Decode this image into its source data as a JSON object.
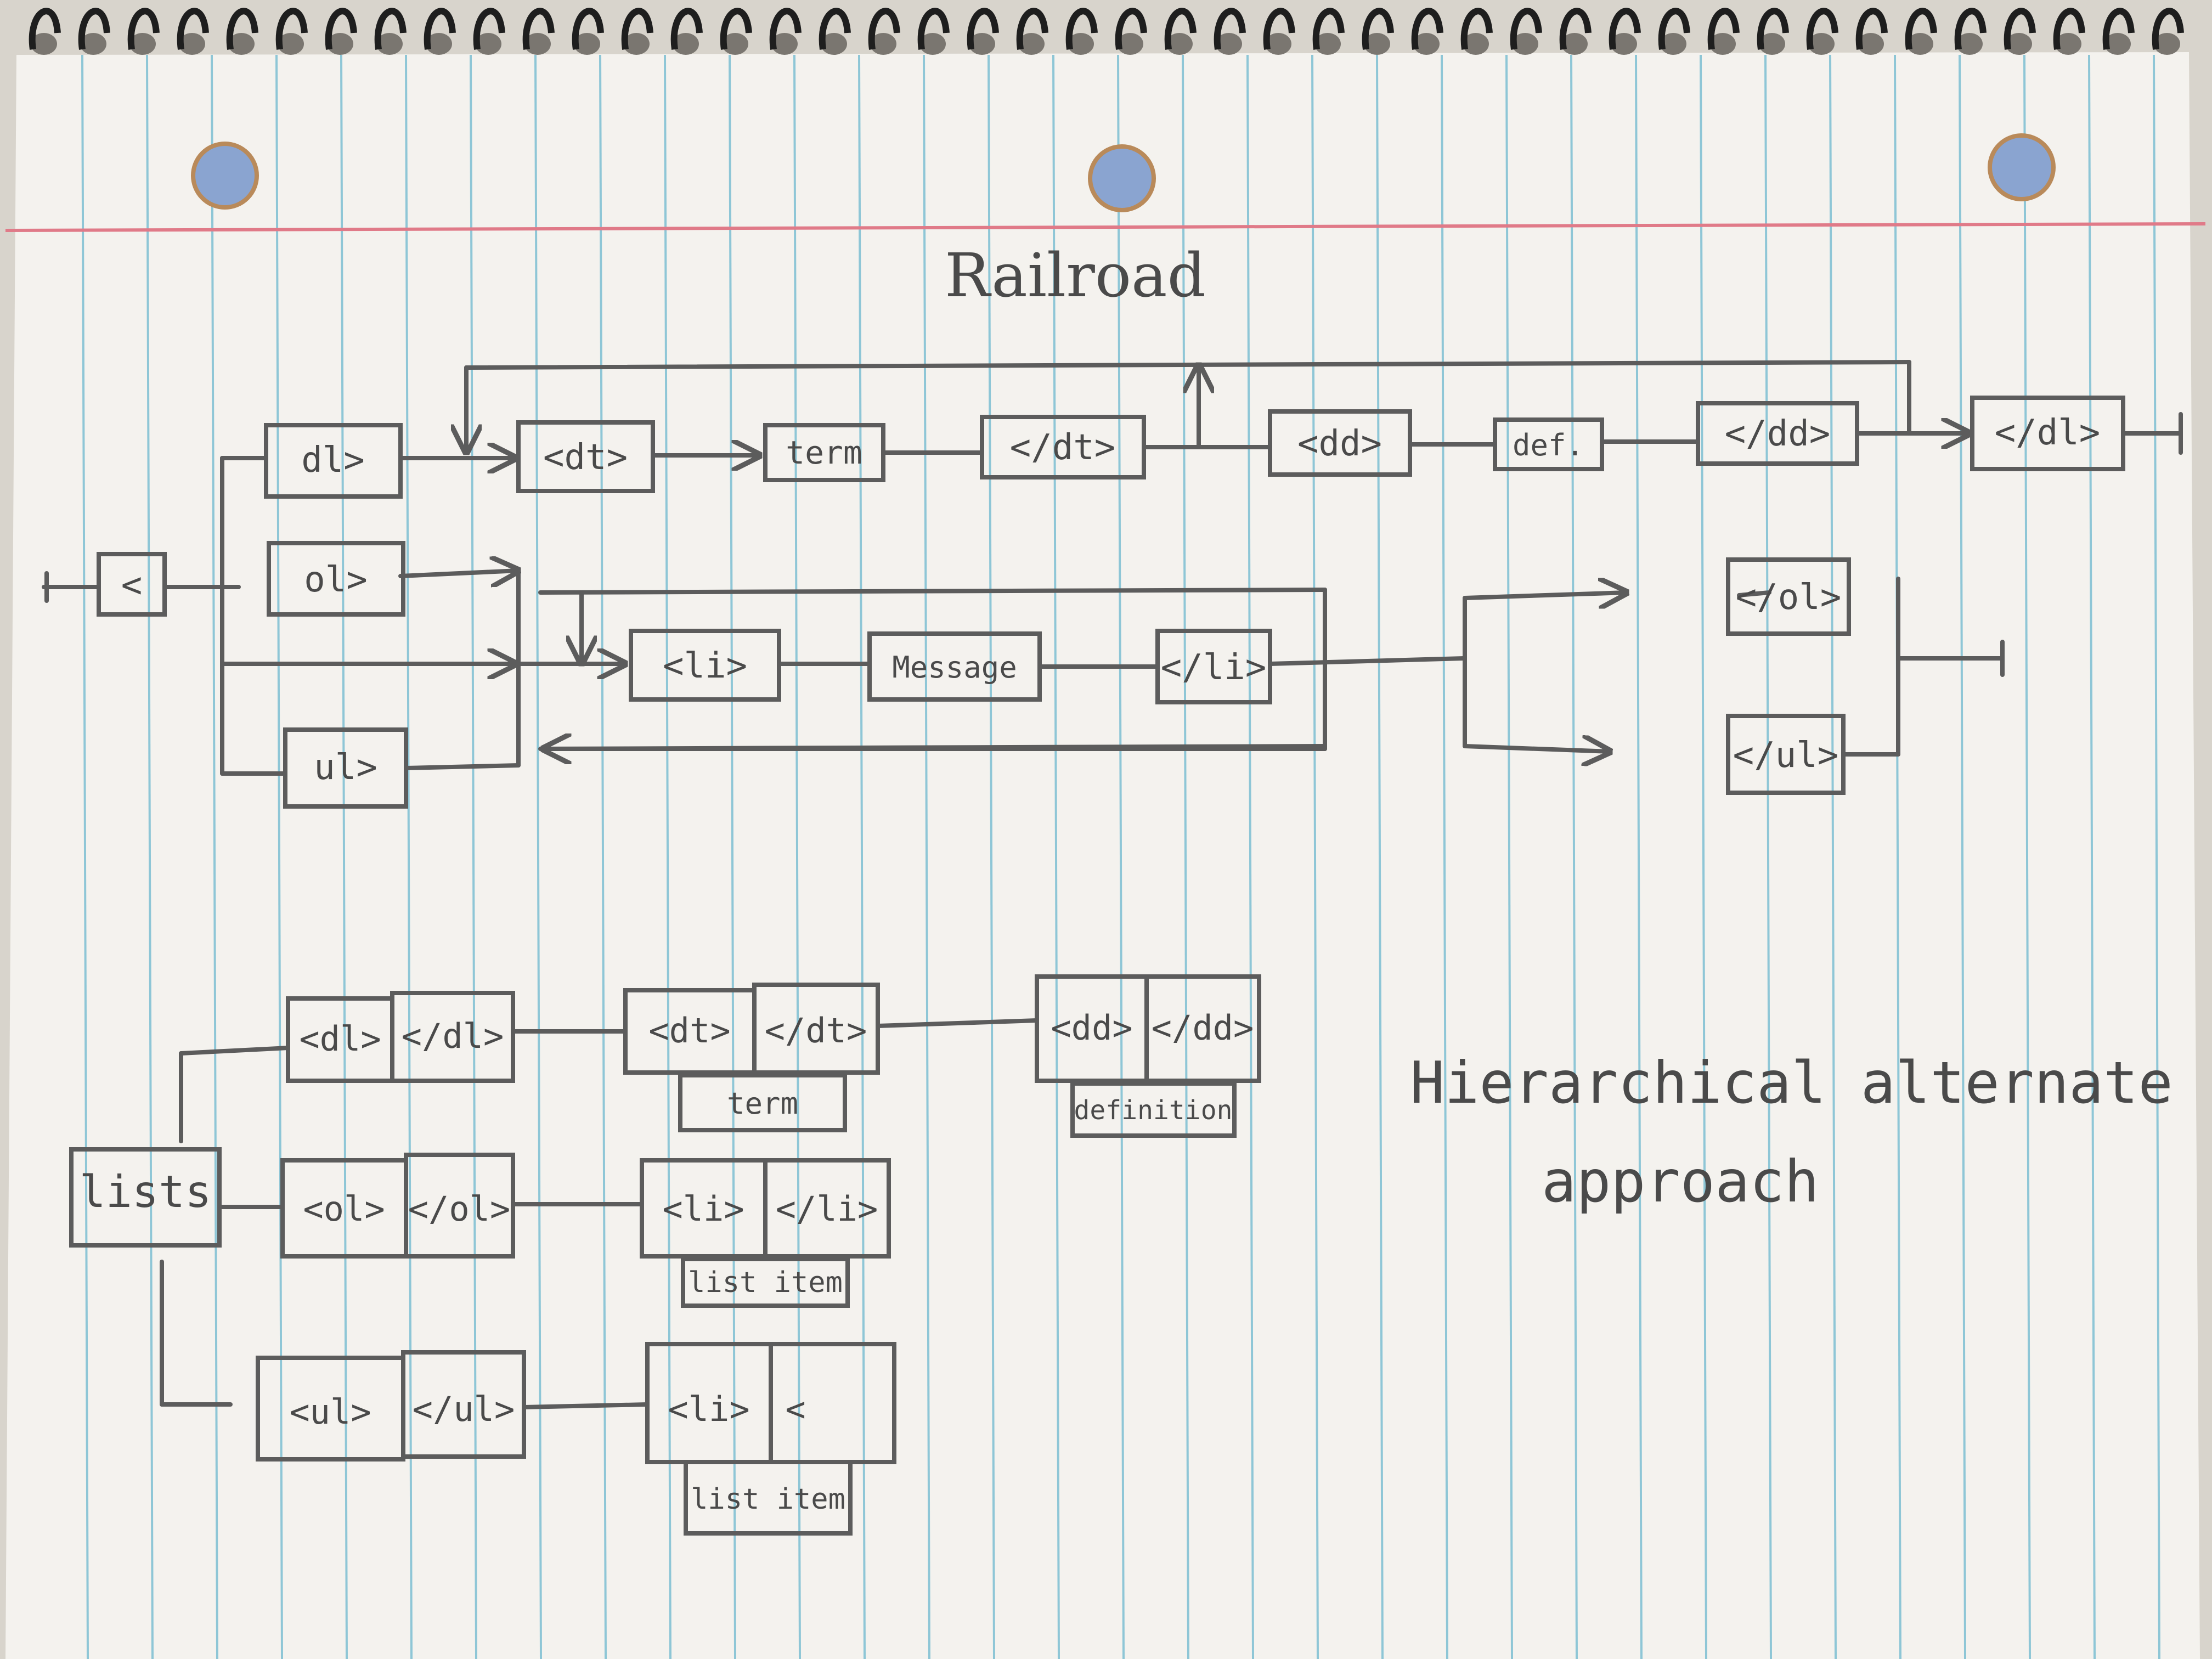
{
  "railroad": {
    "title": "Railroad",
    "start_bracket": "<",
    "dl": {
      "open": "dl>",
      "dt_open": "<dt>",
      "term": "term",
      "dt_close": "</dt>",
      "dd_open": "<dd>",
      "def": "def.",
      "dd_close": "</dd>",
      "dl_close": "</dl>"
    },
    "ol_open": "ol>",
    "ul_open": "ul>",
    "li_open": "<li>",
    "message": "Message",
    "li_close": "</li>",
    "ol_close": "</ol>",
    "ul_close": "</ul>"
  },
  "hierarchy": {
    "root": "lists",
    "dl_pair": [
      "<dl>",
      "</dl>"
    ],
    "dt_pair": [
      "<dt>",
      "</dt>"
    ],
    "term": "term",
    "dd_pair": [
      "<dd>",
      "</dd>"
    ],
    "definition": "definition",
    "ol_pair": [
      "<ol>",
      "</ol>"
    ],
    "ol_li_pair": [
      "<li>",
      "</li>"
    ],
    "ol_item": "list item",
    "ul_pair": [
      "<ul>",
      "</ul>"
    ],
    "ul_li_pair": [
      "<li>",
      "<"
    ],
    "ul_item": "list item"
  },
  "note": {
    "line1": "Hierarchical alternate",
    "line2": "approach"
  },
  "colors": {
    "paper": "#f4f2ee",
    "blue_rule": "#8ec6d6",
    "red_margin": "#e07a88",
    "pencil": "#5c5c5c",
    "ring": "#1e1e1e"
  }
}
